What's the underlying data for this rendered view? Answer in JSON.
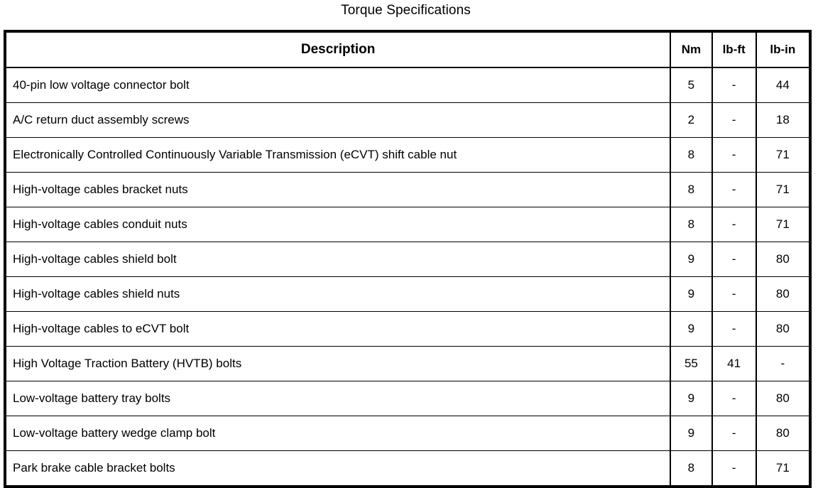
{
  "title": "Torque Specifications",
  "table": {
    "columns": [
      {
        "key": "description",
        "label": "Description"
      },
      {
        "key": "nm",
        "label": "Nm"
      },
      {
        "key": "lbft",
        "label": "lb-ft"
      },
      {
        "key": "lbin",
        "label": "lb-in"
      }
    ],
    "rows": [
      {
        "description": "40-pin low voltage connector bolt",
        "nm": "5",
        "lbft": "-",
        "lbin": "44"
      },
      {
        "description": "A/C return duct assembly screws",
        "nm": "2",
        "lbft": "-",
        "lbin": "18"
      },
      {
        "description": "Electronically Controlled Continuously Variable Transmission (eCVT) shift cable nut",
        "nm": "8",
        "lbft": "-",
        "lbin": "71"
      },
      {
        "description": "High-voltage cables bracket nuts",
        "nm": "8",
        "lbft": "-",
        "lbin": "71"
      },
      {
        "description": "High-voltage cables conduit nuts",
        "nm": "8",
        "lbft": "-",
        "lbin": "71"
      },
      {
        "description": "High-voltage cables shield bolt",
        "nm": "9",
        "lbft": "-",
        "lbin": "80"
      },
      {
        "description": "High-voltage cables shield nuts",
        "nm": "9",
        "lbft": "-",
        "lbin": "80"
      },
      {
        "description": "High-voltage cables to eCVT bolt",
        "nm": "9",
        "lbft": "-",
        "lbin": "80"
      },
      {
        "description": "High Voltage Traction Battery (HVTB) bolts",
        "nm": "55",
        "lbft": "41",
        "lbin": "-"
      },
      {
        "description": "Low-voltage battery tray bolts",
        "nm": "9",
        "lbft": "-",
        "lbin": "80"
      },
      {
        "description": "Low-voltage battery wedge clamp bolt",
        "nm": "9",
        "lbft": "-",
        "lbin": "80"
      },
      {
        "description": "Park brake cable bracket bolts",
        "nm": "8",
        "lbft": "-",
        "lbin": "71"
      }
    ]
  },
  "colors": {
    "text": "#000000",
    "background": "#ffffff",
    "border": "#000000"
  }
}
